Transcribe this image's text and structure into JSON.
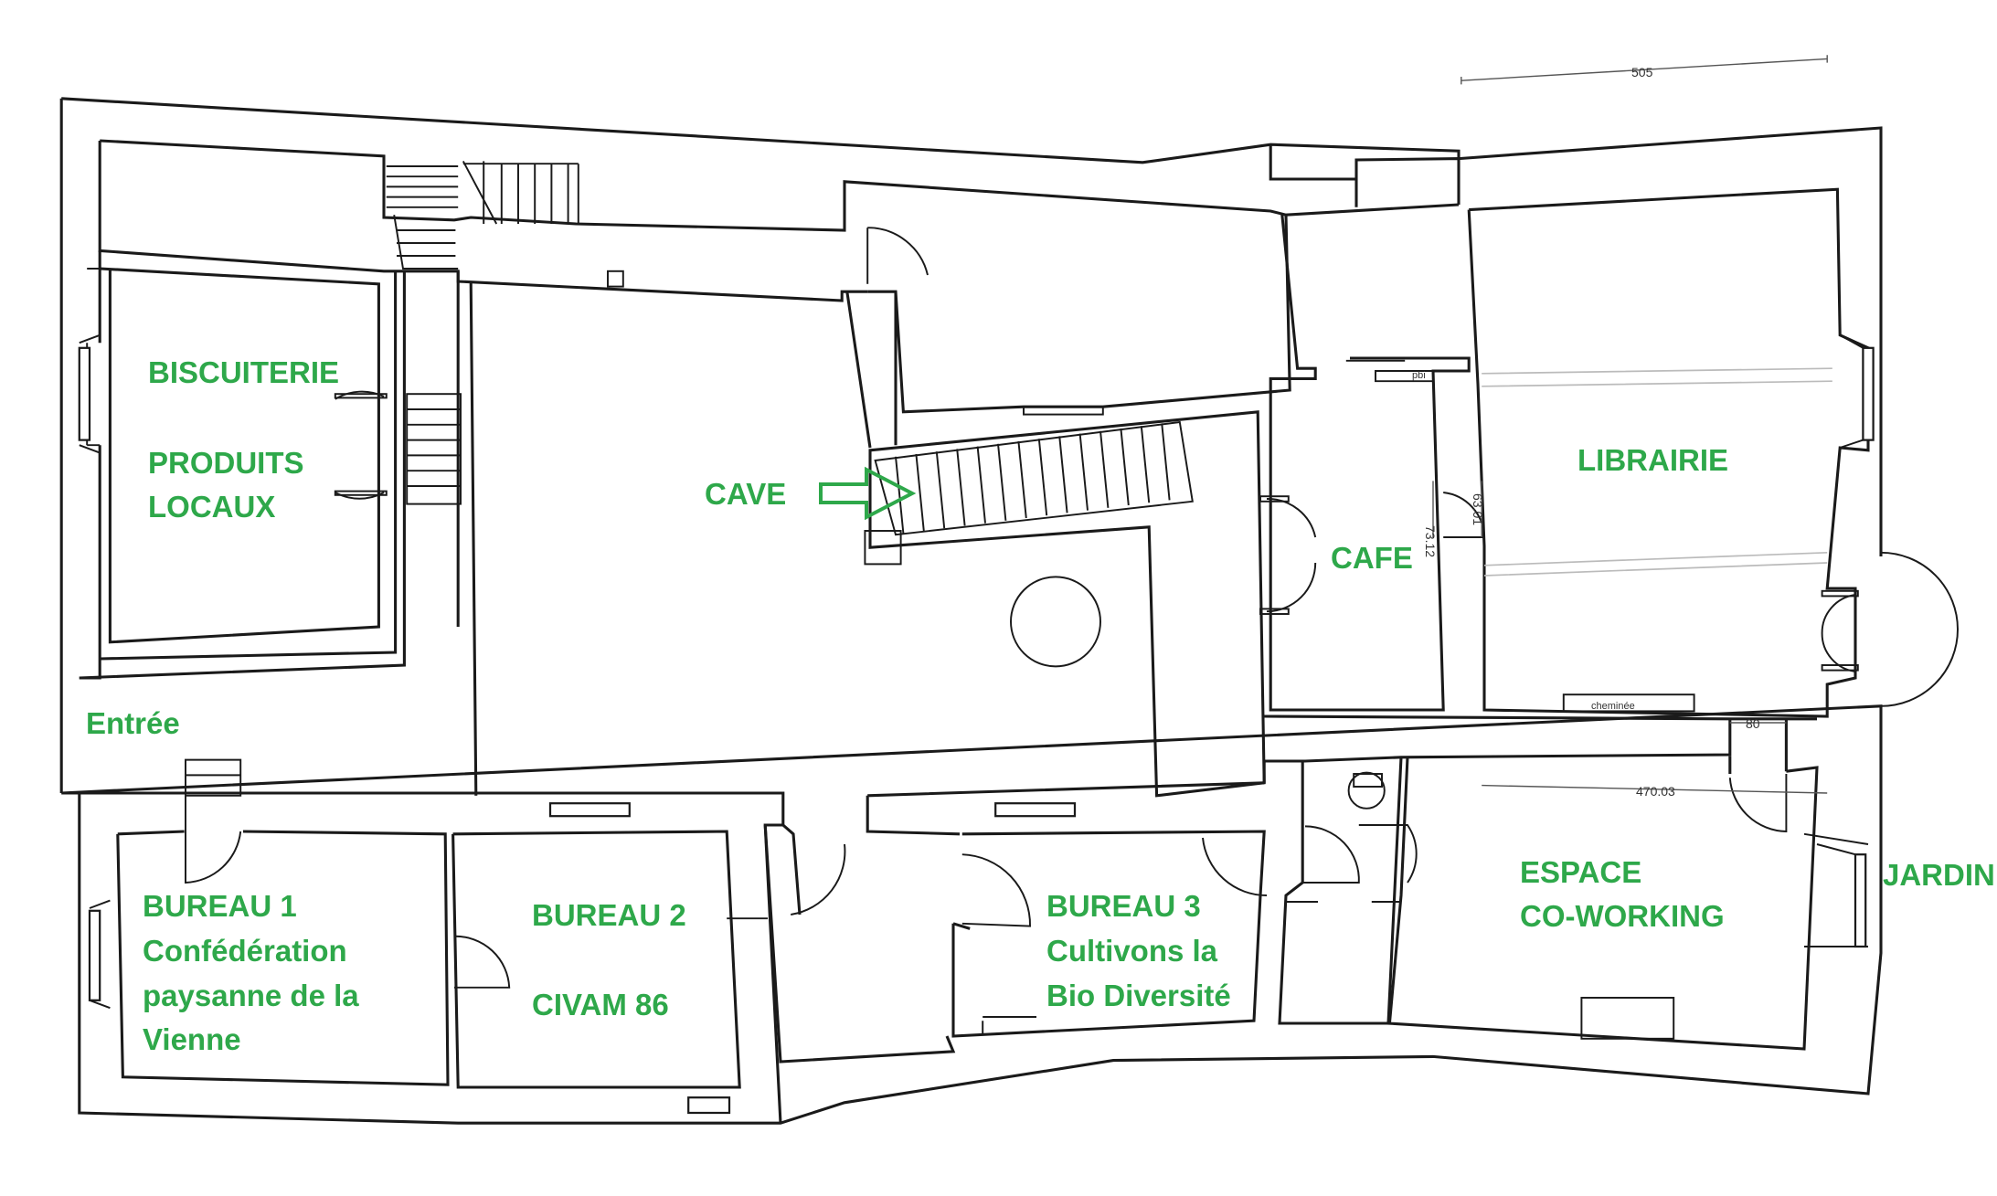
{
  "rooms": {
    "biscuiterie": "BISCUITERIE",
    "produits_1": "PRODUITS",
    "produits_2": "LOCAUX",
    "cave": "CAVE",
    "cafe": "CAFE",
    "librairie": "LIBRAIRIE",
    "entree": "Entrée",
    "bureau1_1": "BUREAU 1",
    "bureau1_2": "Confédération",
    "bureau1_3": "paysanne de la",
    "bureau1_4": "Vienne",
    "bureau2_1": "BUREAU 2",
    "bureau2_2": "CIVAM 86",
    "bureau3_1": "BUREAU 3",
    "bureau3_2": "Cultivons la",
    "bureau3_3": "Bio Diversité",
    "coworking_1": "ESPACE",
    "coworking_2": "CO-WORKING",
    "jardin": "JARDIN"
  },
  "dimensions": {
    "top": "505",
    "cafe_a": "73.12",
    "cafe_b": "63.01",
    "gap": "80",
    "coworking": "470.03"
  },
  "annotations": {
    "cheminee": "cheminée",
    "pbi": "pbi"
  },
  "colors": {
    "label": "#2ea84a",
    "walls": "#1a1a1a"
  }
}
